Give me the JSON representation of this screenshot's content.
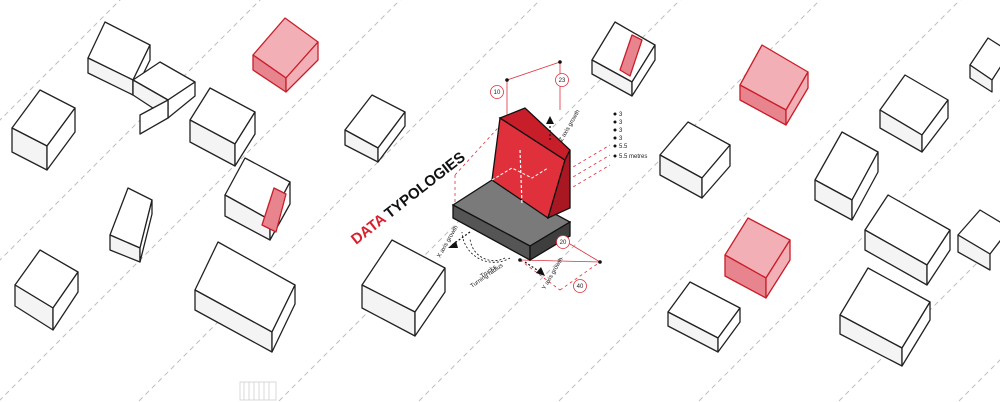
{
  "title": {
    "word1": "DATA",
    "word2": "TYPOLOGIES",
    "word1_color": "#d81f2c",
    "word2_color": "#111111"
  },
  "central": {
    "dim_top": "23",
    "dim_left": "10",
    "dim_right_mid": "20",
    "dim_bottom": "40",
    "z_axis_label": "Z axis growth",
    "x_axis_label": "X axis growth",
    "y_axis_label": "Y axis growth",
    "trucks_label_line1": "Trucks",
    "trucks_label_line2": "Turning radius",
    "heights": [
      "3",
      "3",
      "3",
      "3",
      "5.5",
      "5.5 metres"
    ]
  },
  "colors": {
    "accent_red": "#e0303c",
    "red_fill": "#f2b0b6",
    "dark_block": "#555555"
  }
}
